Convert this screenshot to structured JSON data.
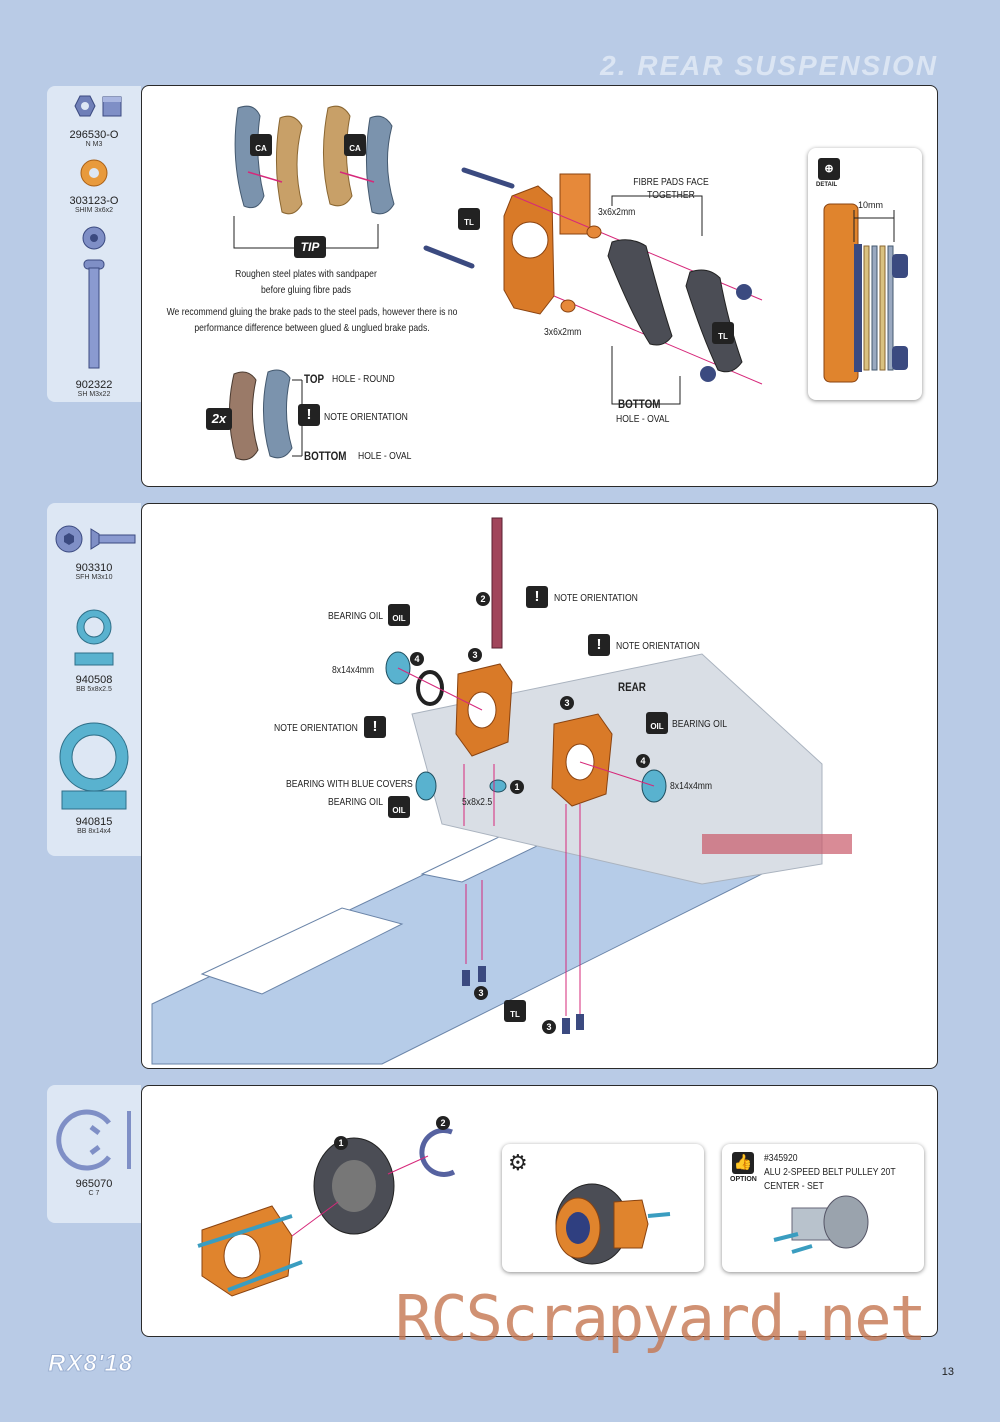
{
  "header": {
    "section_title": "2. REAR SUSPENSION"
  },
  "parts1": [
    {
      "num": "296530-O",
      "desc": "N M3"
    },
    {
      "num": "303123-O",
      "desc": "SHIM 3x6x2"
    },
    {
      "num": "902322",
      "desc": "SH M3x22"
    }
  ],
  "parts2": [
    {
      "num": "903310",
      "desc": "SFH M3x10"
    },
    {
      "num": "940508",
      "desc": "BB 5x8x2.5"
    },
    {
      "num": "940815",
      "desc": "BB 8x14x4"
    }
  ],
  "parts3": [
    {
      "num": "965070",
      "desc": "C 7"
    }
  ],
  "panel1": {
    "tip_badge": "TIP",
    "ca": "CA",
    "tl": "TL",
    "tip_line1": "Roughen steel plates with sandpaper",
    "tip_line2": "before gluing fibre pads",
    "note_line1": "We recommend gluing the brake pads to the steel pads, however there is no",
    "note_line2": "performance difference between glued & unglued brake pads.",
    "fibre_line1": "FIBRE PADS FACE",
    "fibre_line2": "TOGETHER",
    "shim_top": "3x6x2mm",
    "shim_bottom": "3x6x2mm",
    "bottom_label": "BOTTOM",
    "hole_oval": "HOLE - OVAL",
    "qty": "2x",
    "top_label": "TOP",
    "top_hole": "HOLE - ROUND",
    "note_orientation": "NOTE ORIENTATION",
    "bottom_label2": "BOTTOM",
    "bottom_hole": "HOLE - OVAL",
    "detail_label": "DETAIL",
    "dim": "10mm"
  },
  "panel2": {
    "note_top": "NOTE ORIENTATION",
    "note_right": "NOTE ORIENTATION",
    "rear": "REAR",
    "bearing_oil_left": "BEARING OIL",
    "size_left": "8x14x4mm",
    "note_left": "NOTE ORIENTATION",
    "bearing_blue": "BEARING WITH BLUE COVERS",
    "bearing_oil_bottom": "BEARING OIL",
    "size_mid": "5x8x2.5",
    "bearing_oil_right": "BEARING OIL",
    "size_right": "8x14x4mm",
    "oil": "OIL",
    "tl": "TL",
    "step1": "1",
    "step2": "2",
    "step3": "3",
    "step4": "4"
  },
  "panel3": {
    "step1": "1",
    "step2": "2",
    "option_label": "OPTION",
    "option_num": "#345920",
    "option_line1": "ALU 2-SPEED BELT PULLEY 20T",
    "option_line2": "CENTER - SET"
  },
  "footer": {
    "logo": "RX8'18",
    "page": "13",
    "watermark": "RCScrapyard.net"
  }
}
